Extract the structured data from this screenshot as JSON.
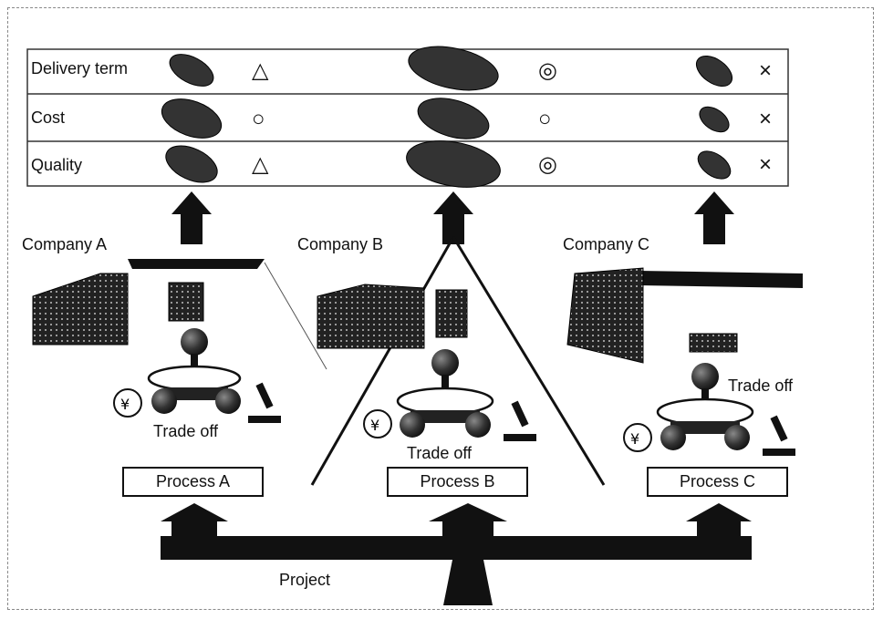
{
  "criteria": [
    {
      "label": "Delivery term",
      "grades": [
        "△",
        "◎",
        "×"
      ]
    },
    {
      "label": "Cost",
      "grades": [
        "○",
        "○",
        "×"
      ]
    },
    {
      "label": "Quality",
      "grades": [
        "△",
        "◎",
        "×"
      ]
    }
  ],
  "companies": [
    {
      "name": "Company A",
      "process": "Process A",
      "tradeoff": "Trade off"
    },
    {
      "name": "Company B",
      "process": "Process B",
      "tradeoff": "Trade off"
    },
    {
      "name": "Company C",
      "process": "Process C",
      "tradeoff": "Trade off"
    }
  ],
  "project_label": "Project"
}
